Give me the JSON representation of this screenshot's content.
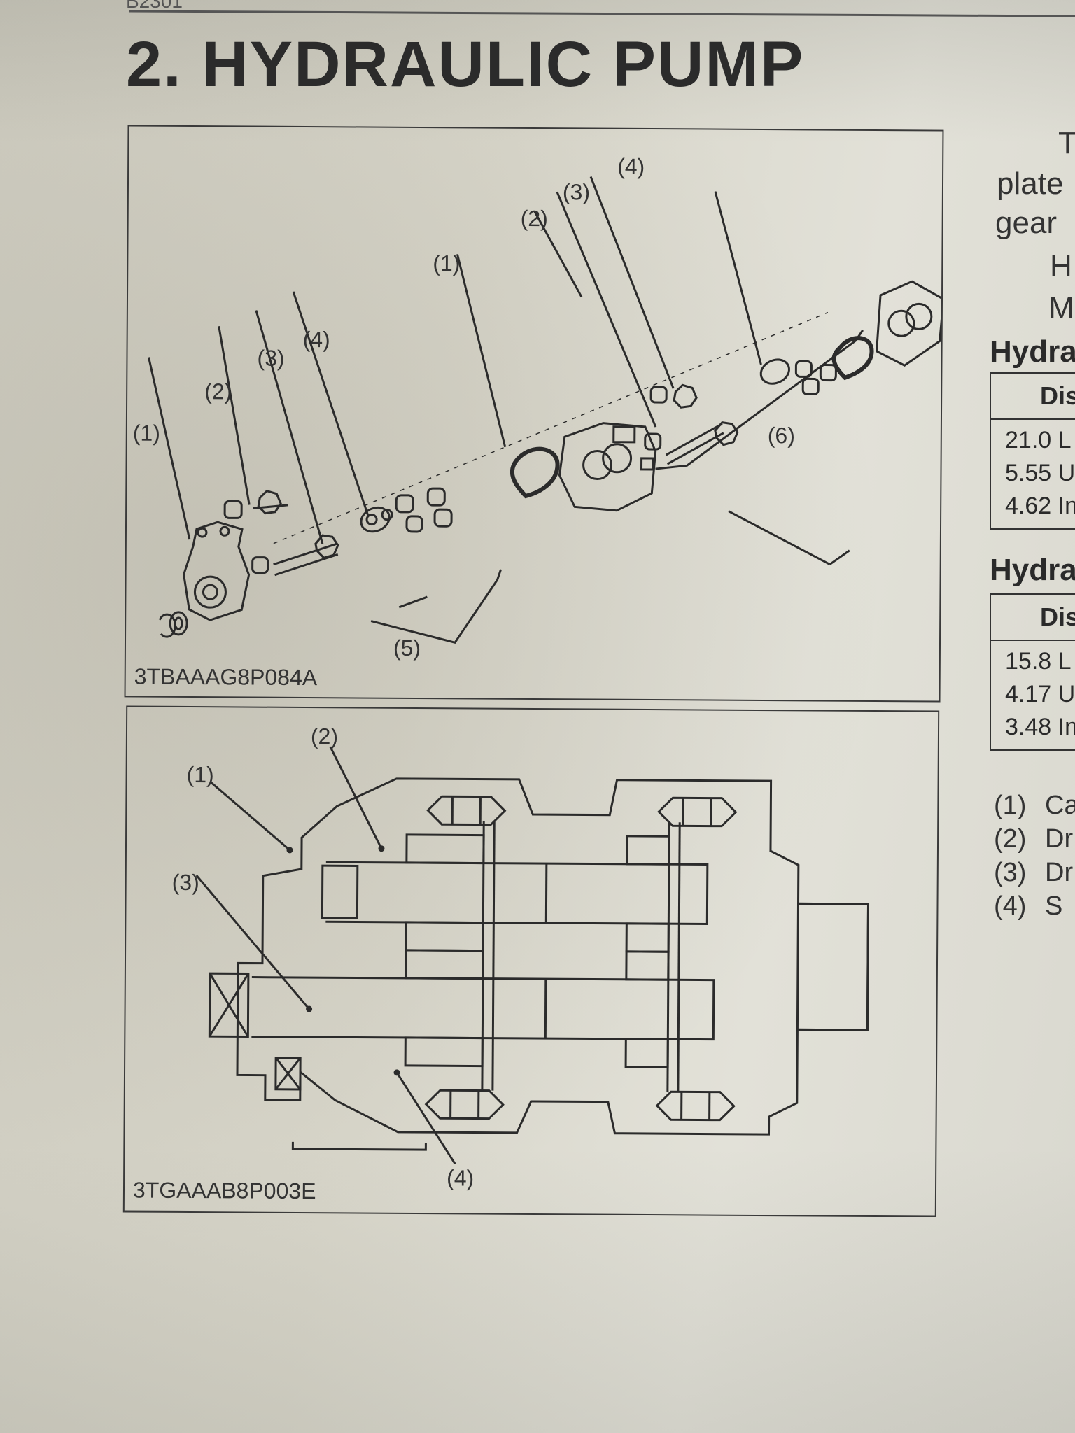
{
  "page": {
    "header_fragment": "B2301",
    "section_title": "2. HYDRAULIC PUMP"
  },
  "figure1": {
    "code": "3TBAAAG8P084A",
    "callouts": {
      "front_1": "(1)",
      "front_2": "(2)",
      "front_3": "(3)",
      "front_4": "(4)",
      "rear_1": "(1)",
      "rear_2": "(2)",
      "rear_3": "(3)",
      "rear_4": "(4)",
      "group_5": "(5)",
      "group_6": "(6)"
    }
  },
  "figure2": {
    "code": "3TGAAAB8P003E",
    "callouts": {
      "c1": "(1)",
      "c2": "(2)",
      "c3": "(3)",
      "c4": "(4)"
    }
  },
  "right_column": {
    "para_lines": [
      "T",
      "plate",
      "gear",
      "H",
      "M"
    ],
    "table1": {
      "title": "Hydra",
      "header": "Dis",
      "rows": [
        "21.0 L",
        "5.55 U",
        "4.62 In"
      ]
    },
    "table2": {
      "title": "Hydra",
      "header": "Dis",
      "rows": [
        "15.8 L",
        "4.17 U",
        "3.48 In"
      ]
    },
    "legend": [
      {
        "num": "(1)",
        "text": "Ca"
      },
      {
        "num": "(2)",
        "text": "Dr"
      },
      {
        "num": "(3)",
        "text": "Dr"
      },
      {
        "num": "(4)",
        "text": "S"
      }
    ]
  }
}
